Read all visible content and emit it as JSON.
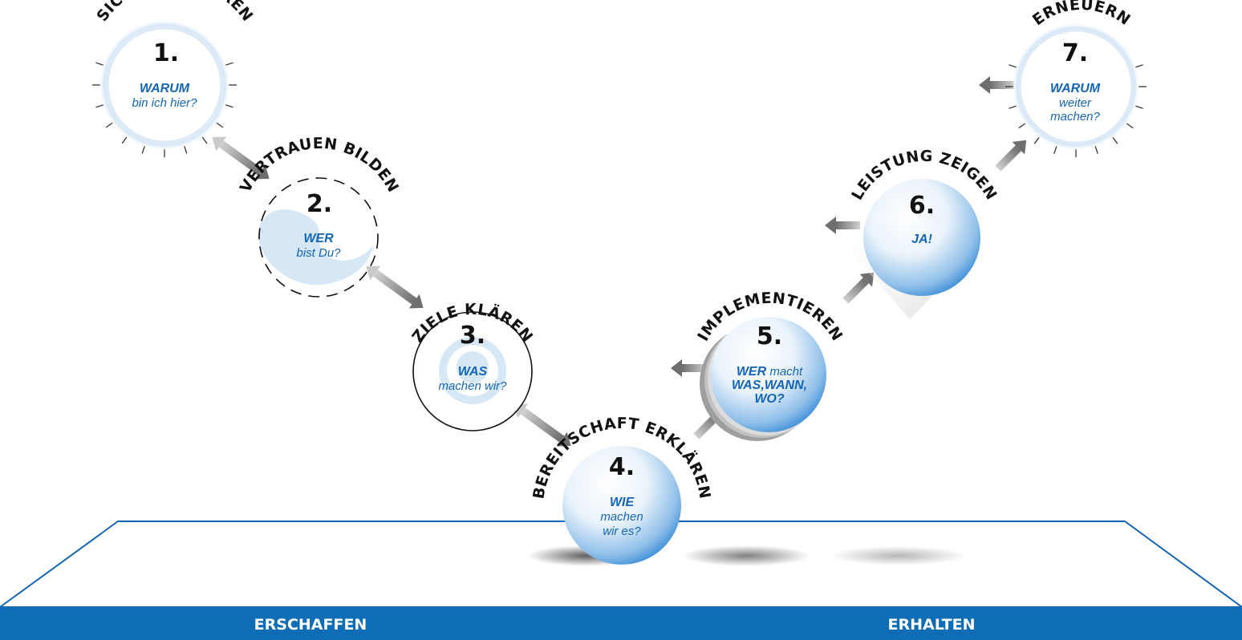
{
  "colors": {
    "accent": "#1565b5",
    "band": "#0f6db5",
    "sphere_light": "#ffffff",
    "sphere_dark": "#2f86d4",
    "arrow": "#9a9a9a"
  },
  "stages": [
    {
      "number": "1.",
      "title": "SICH ORIENTIEREN",
      "line1": "WARUM",
      "line2": "bin ich hier?",
      "line3": ""
    },
    {
      "number": "2.",
      "title": "VERTRAUEN BILDEN",
      "line1": "WER",
      "line2": "bist Du?",
      "line3": ""
    },
    {
      "number": "3.",
      "title": "ZIELE KLÄREN",
      "line1": "WAS",
      "line2": "machen wir?",
      "line3": ""
    },
    {
      "number": "4.",
      "title": "BEREITSCHAFT ERKLÄREN",
      "line1": "WIE",
      "line2": "machen",
      "line3": "wir es?"
    },
    {
      "number": "5.",
      "title": "IMPLEMENTIEREN",
      "line1": "WER",
      "line1b": " macht",
      "line2": "WAS,WANN,",
      "line3": "WO?"
    },
    {
      "number": "6.",
      "title": "LEISTUNG ZEIGEN",
      "line1": "JA!",
      "line2": "",
      "line3": ""
    },
    {
      "number": "7.",
      "title": "ERNEUERN",
      "line1": "WARUM",
      "line2": "weiter",
      "line3": "machen?"
    }
  ],
  "footer": {
    "left": "ERSCHAFFEN",
    "right": "ERHALTEN"
  }
}
